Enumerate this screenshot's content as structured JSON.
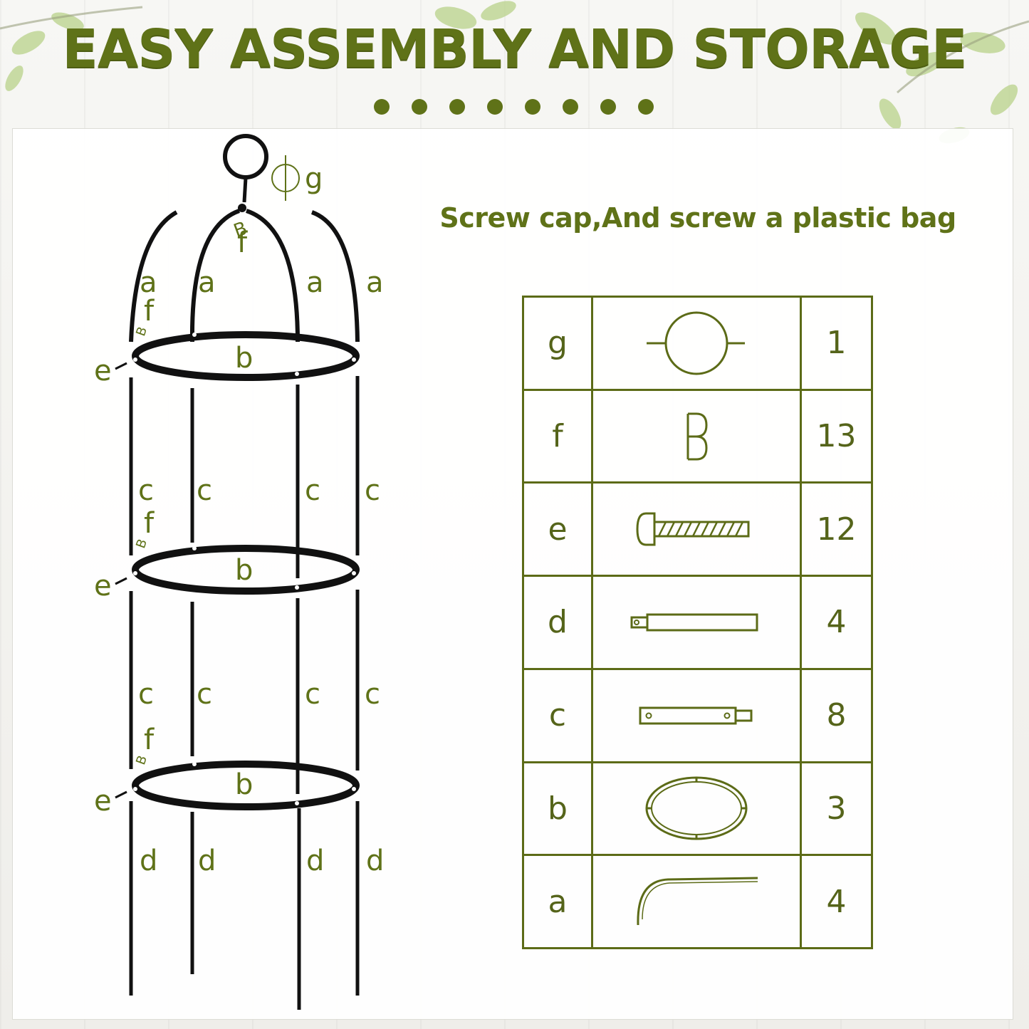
{
  "title": "EASY ASSEMBLY AND STORAGE",
  "subtitle": "Screw cap,And screw a plastic bag",
  "colors": {
    "accent": "#5f7218",
    "line": "#5c6b17",
    "frame": "#111111"
  },
  "diagram_labels": {
    "top_cap": "g",
    "top_clip": "f",
    "arches": [
      "a",
      "a",
      "a",
      "a"
    ],
    "rings": [
      "b",
      "b",
      "b"
    ],
    "screws": [
      "e",
      "e",
      "e"
    ],
    "clips": [
      "f",
      "f",
      "f"
    ],
    "middle_poles": [
      "c",
      "c",
      "c",
      "c"
    ],
    "lower_poles": [
      "c",
      "c",
      "c",
      "c"
    ],
    "legs": [
      "d",
      "d",
      "d",
      "d"
    ]
  },
  "parts": [
    {
      "letter": "g",
      "icon": "ring-cap-icon",
      "qty": "1"
    },
    {
      "letter": "f",
      "icon": "clip-icon",
      "qty": "13"
    },
    {
      "letter": "e",
      "icon": "screw-icon",
      "qty": "12"
    },
    {
      "letter": "d",
      "icon": "leg-pole-icon",
      "qty": "4"
    },
    {
      "letter": "c",
      "icon": "pole-icon",
      "qty": "8"
    },
    {
      "letter": "b",
      "icon": "ring-hoop-icon",
      "qty": "3"
    },
    {
      "letter": "a",
      "icon": "arch-icon",
      "qty": "4"
    }
  ]
}
